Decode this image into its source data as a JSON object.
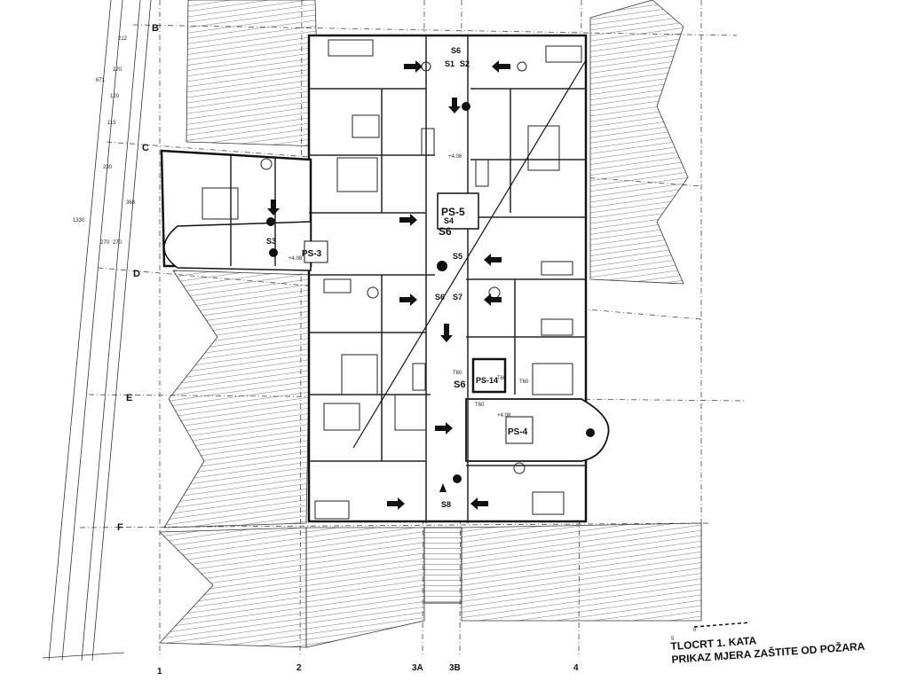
{
  "title": {
    "line1": "TLOCRT 1. KATA",
    "line2": "PRIKAZ MJERA ZAŠTITE OD POŽARA"
  },
  "axes": {
    "rows": [
      "B",
      "C",
      "D",
      "E",
      "F"
    ],
    "columns": [
      "1",
      "2",
      "3A",
      "3B",
      "4"
    ]
  },
  "fire_zones": {
    "ps5": "PS-5",
    "ps3": "PS-3",
    "ps14": "PS-14",
    "ps4": "PS-4"
  },
  "exits": {
    "s1": "S1",
    "s2": "S2",
    "s3": "S3",
    "s4": "S4",
    "s5": "S5",
    "s6a": "S6",
    "s6b": "S6",
    "s6c": "S6",
    "s6d": "S6",
    "s7": "S7",
    "s8": "S8"
  },
  "door_ratings": {
    "t1": "T60",
    "t2": "T60",
    "t3": "T60",
    "t4": "T60"
  },
  "levels": {
    "l1": "+4.08",
    "l2": "+4.08",
    "l3": "+4.08"
  },
  "dimensions": [
    "212",
    "120",
    "671",
    "120",
    "115",
    "230",
    "368",
    "270",
    "270",
    "1330"
  ],
  "scale_bar": {
    "zero": "0",
    "mark": "5"
  },
  "colors": {
    "ink": "#111111",
    "paper": "#ffffff",
    "hatch": "#555555"
  }
}
